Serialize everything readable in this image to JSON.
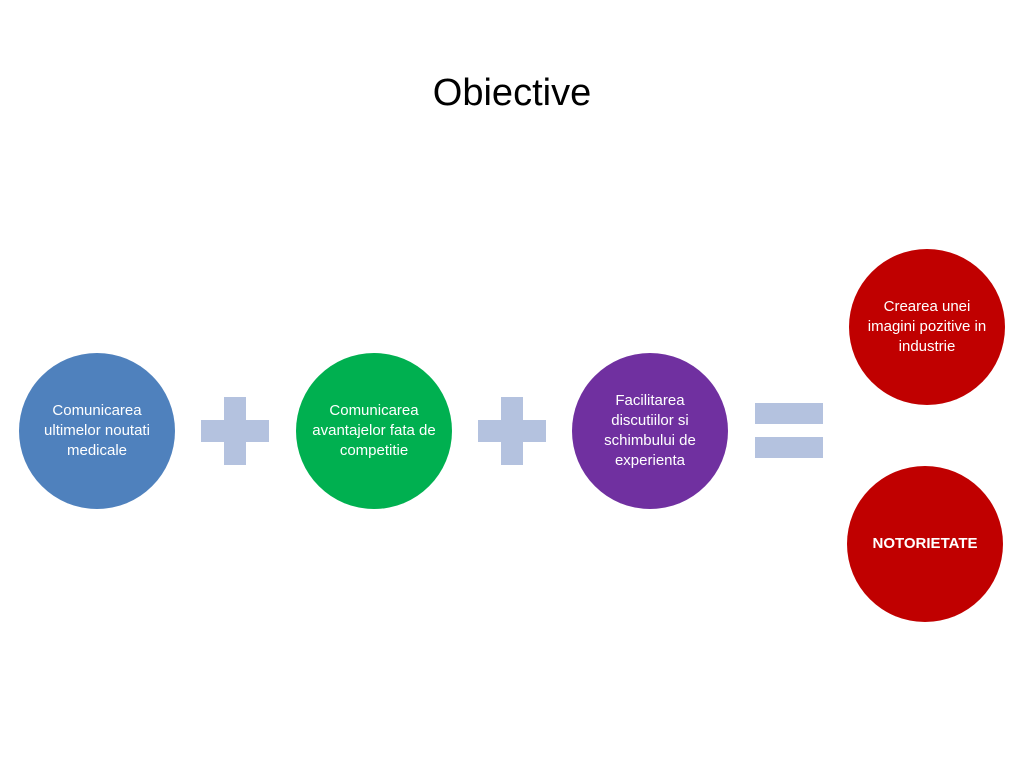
{
  "slide": {
    "title": "Obiective"
  },
  "diagram": {
    "inputs": [
      {
        "label": "Comunicarea ultimelor noutati medicale",
        "color": "#4f81bd"
      },
      {
        "label": "Comunicarea avantajelor fata de competitie",
        "color": "#00b050"
      },
      {
        "label": "Facilitarea discutiilor si schimbului de experienta",
        "color": "#7030a0"
      }
    ],
    "outputs": [
      {
        "label": "Crearea unei imagini pozitive in industrie",
        "color": "#c00000"
      },
      {
        "label": "NOTORIETATE",
        "color": "#c00000"
      }
    ],
    "operator_color": "#b4c2df"
  }
}
